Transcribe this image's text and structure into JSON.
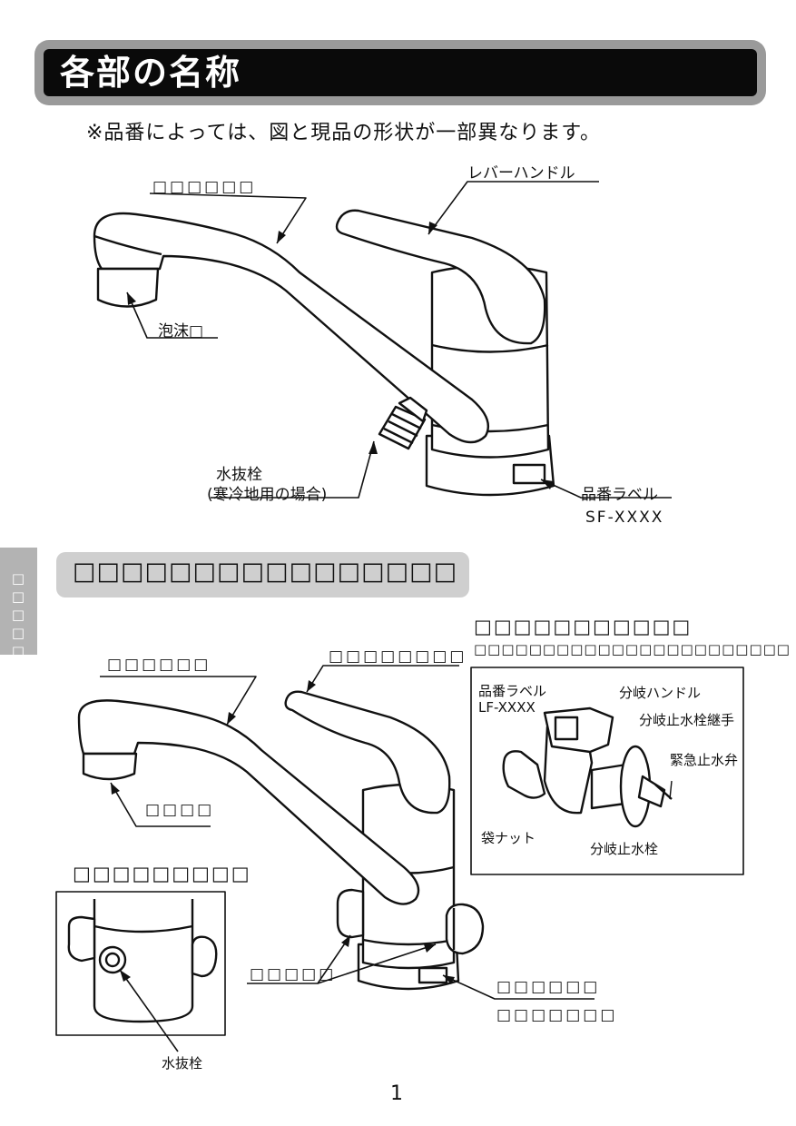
{
  "title": "各部の名称",
  "note": "※品番によっては、図と現品の形状が一部異なります。",
  "fig1": {
    "spout_label": "□□□□□□",
    "lever_label": "レバーハンドル",
    "aerator_label": "泡沫□",
    "drain_label_1": "水抜栓",
    "drain_label_2": "(寒冷地用の場合)",
    "product_label": "品番ラベル",
    "product_code": "SF-XXXX"
  },
  "section2": {
    "heading": "□□□□□□□□□□□□□□□□",
    "side_tab": "□□□□□",
    "spout_label": "□□□□□□",
    "lever_label": "□□□□□□□□",
    "aerator_label": "□□□□",
    "detail_heading": "□□□□□□□□□",
    "connect_label": "□□□□□",
    "product_label": "□□□□□□",
    "product_code": "□□□□□□□",
    "drain_label": "水抜栓"
  },
  "inset": {
    "heading": "□□□□□□□□□□□",
    "subheading": "□□□□□□□□□□□□□□□□□□□□□□□",
    "product_label": "品番ラベル",
    "product_code": "LF-XXXX",
    "branch_handle": "分岐ハンドル",
    "joint": "分岐止水栓継手",
    "emergency_valve": "緊急止水弁",
    "nut": "袋ナット",
    "stop_valve": "分岐止水栓"
  },
  "page_number": "1",
  "colors": {
    "title_bg": "#0a0a0a",
    "title_frame": "#9a9a9a",
    "sub_bar": "#cfcfcf",
    "side_tab": "#b3b3b3"
  }
}
